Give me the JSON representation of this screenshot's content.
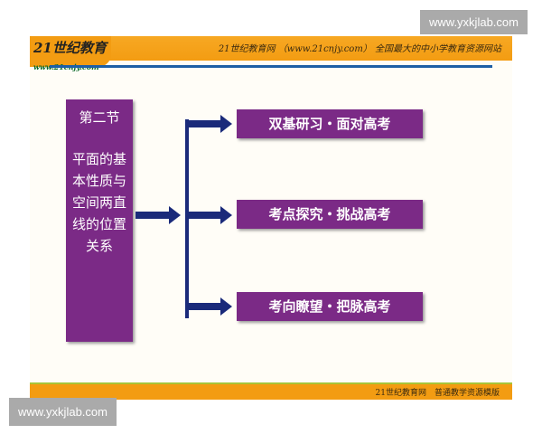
{
  "header": {
    "logo": "21世纪教育",
    "logo_sub": "www.21cnjy.com",
    "text": "21世纪教育网 （www.21cnjy.com） 全国最大的中小学教育资源网站"
  },
  "footer": {
    "text": "21世纪教育网　普通教学资源模版"
  },
  "section": {
    "label": "第二节",
    "title": "平面的基本性质与空间两直线的位置关系"
  },
  "items": [
    {
      "label": "双基研习・面对高考"
    },
    {
      "label": "考点探究・挑战高考"
    },
    {
      "label": "考向瞭望・把脉高考"
    }
  ],
  "watermarks": {
    "top": "www.yxkjlab.com",
    "bottom": "www.yxkjlab.com"
  },
  "colors": {
    "purple": "#7b2a86",
    "orange": "#f39c12",
    "navy": "#1a2a7a"
  }
}
